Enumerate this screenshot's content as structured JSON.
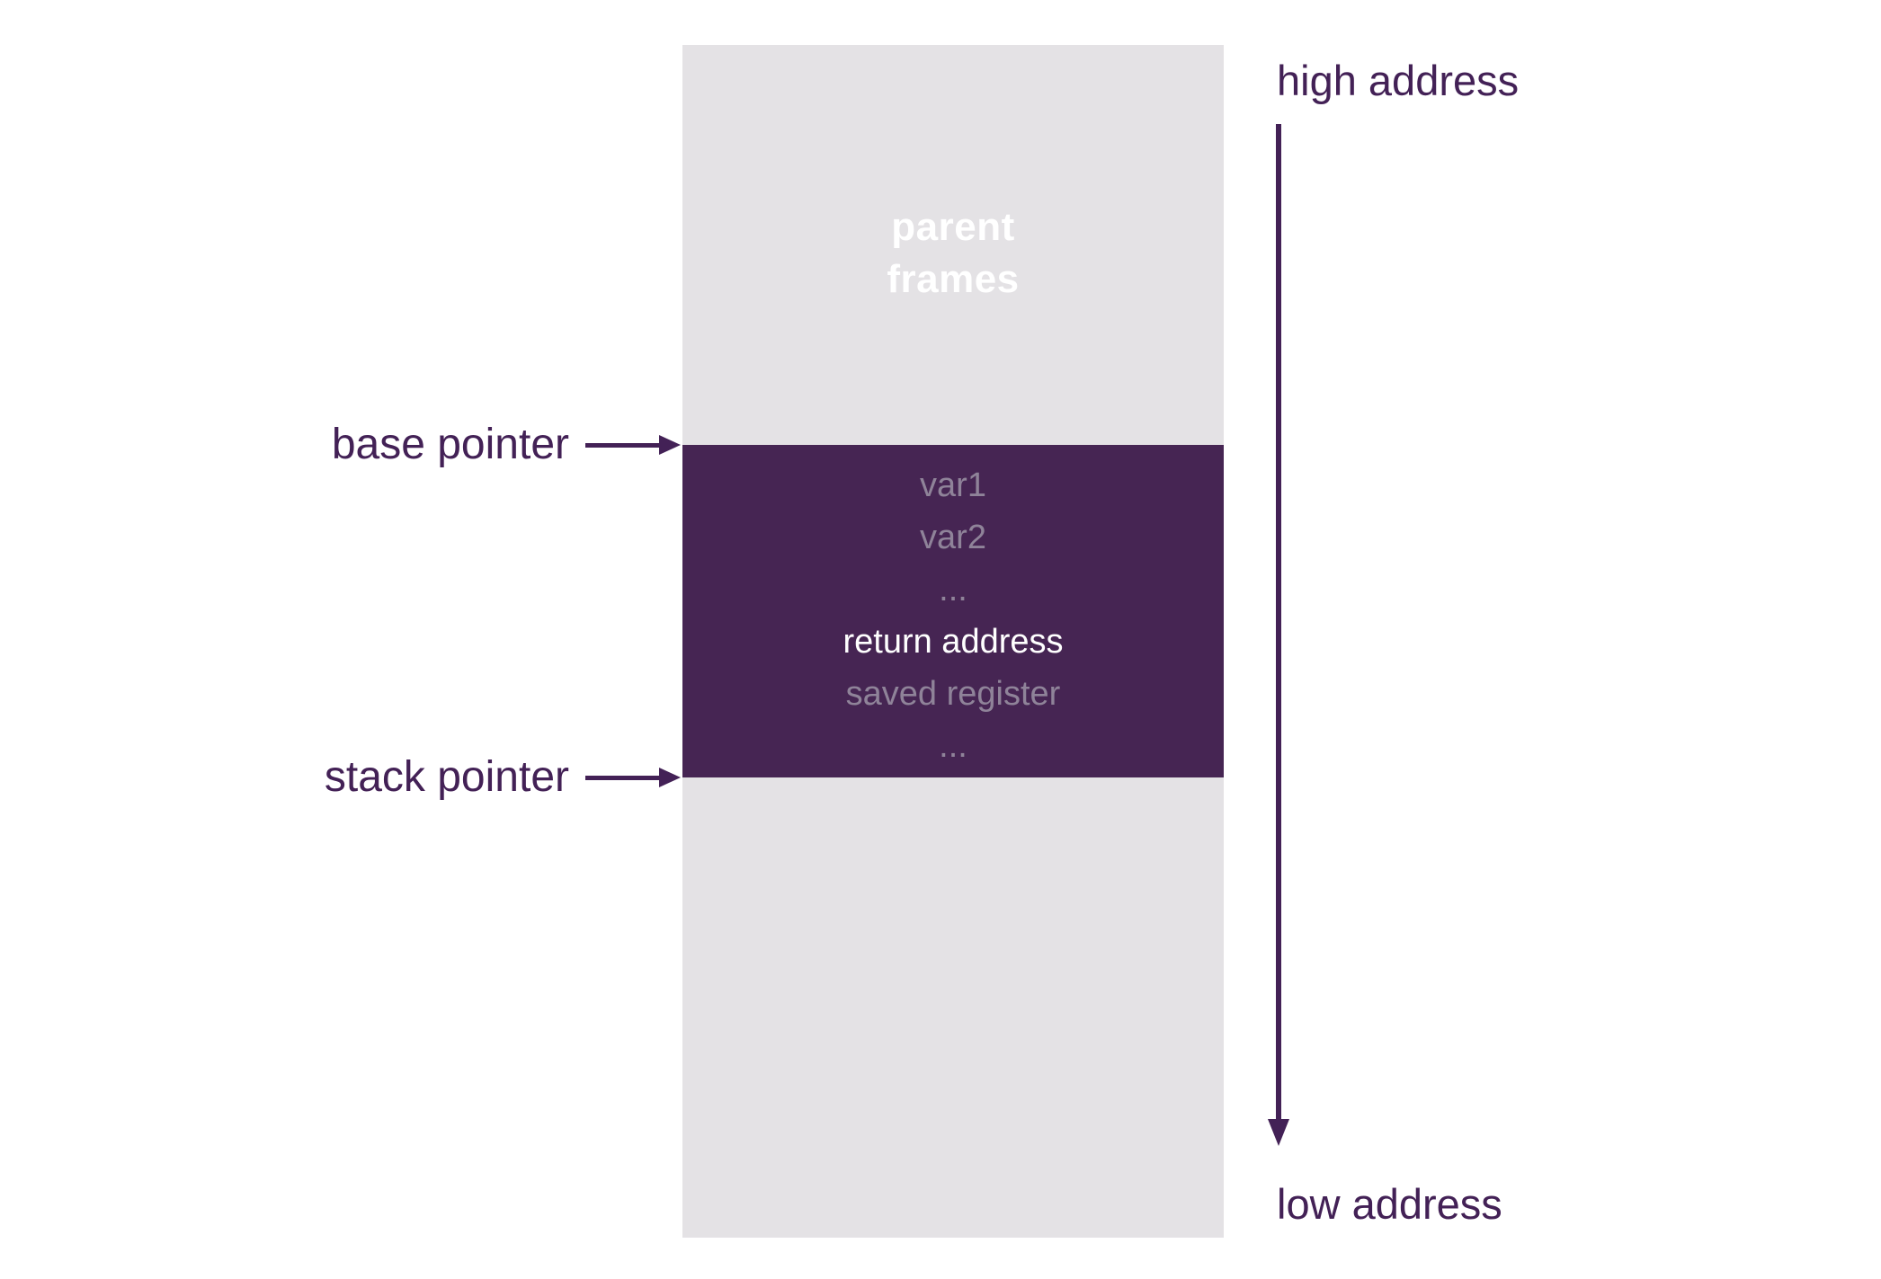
{
  "stack": {
    "parent_frames_label": "parent\nframes",
    "frame_lines": [
      "var1",
      "var2",
      "...",
      "return address",
      "saved register",
      "..."
    ]
  },
  "pointers": {
    "base_label": "base pointer",
    "stack_label": "stack pointer"
  },
  "addresses": {
    "high_label": "high address",
    "low_label": "low address"
  },
  "colors": {
    "canvas-bg": "#ffffff",
    "column-bg": "#e4e2e5",
    "frame-bg": "#462553",
    "accent-text": "#432156",
    "muted-text": "#8f8399",
    "white-text": "#ffffff"
  }
}
